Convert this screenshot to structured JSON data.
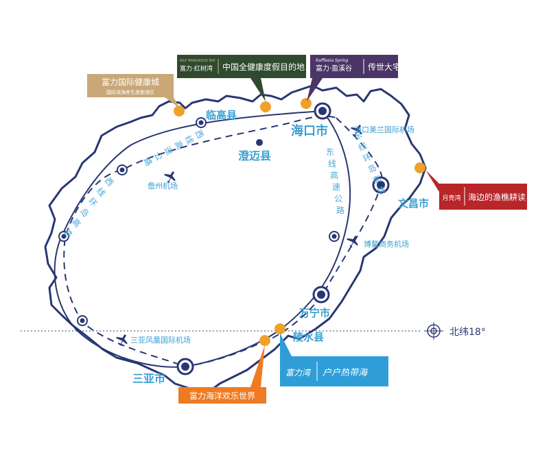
{
  "cities": {
    "haikou": "海口市",
    "lingao": "临高县",
    "chengmai": "澄迈县",
    "wenchang": "文昌市",
    "wanning": "万宁市",
    "lingshui": "陵水县",
    "sanya": "三亚市"
  },
  "airports": {
    "meilan": "海口美兰国际机场",
    "danzhou": "儋州机场",
    "boao": "博鳌商务机场",
    "phoenix": "三亚凤凰国际机场"
  },
  "highways": {
    "west": [
      "西",
      "线",
      "高",
      "速",
      "公",
      "路"
    ],
    "east": [
      "东",
      "线",
      "高",
      "速",
      "公",
      "路"
    ],
    "ring": [
      "东",
      "线",
      "环",
      "岛",
      "高",
      "铁"
    ],
    "rail_west": [
      "西",
      "线",
      "环",
      "岛",
      "高",
      "铁"
    ]
  },
  "latitude_label": "北纬18°",
  "callouts": {
    "health_city": {
      "title": "富力国际健康城",
      "subtitle": "国际滨海养生度假港区",
      "color": "#c9a777"
    },
    "red_forest": {
      "brand": "富力·红树湾",
      "brand_top": "R&F MANGROVE BAY",
      "slogan": "中国全健康度假目的地",
      "color": "#2f4a2e"
    },
    "yingxi": {
      "brand": "富力·盈溪谷",
      "brand_script": "Rafflesia Spring",
      "slogan": "传世大宅",
      "color": "#4a3566"
    },
    "fisher": {
      "brand": "月亮湾",
      "slogan": "海边的渔樵耕读",
      "color": "#b8262a"
    },
    "tropical": {
      "brand": "富力湾",
      "slogan": "户户热带海",
      "color": "#2f9ed8"
    },
    "ocean_world": {
      "title": "富力海洋欢乐世界",
      "color": "#ee7b22"
    }
  },
  "colors": {
    "outline": "#283673",
    "city": "#3a9fd3",
    "marker": "#f0a12a"
  }
}
